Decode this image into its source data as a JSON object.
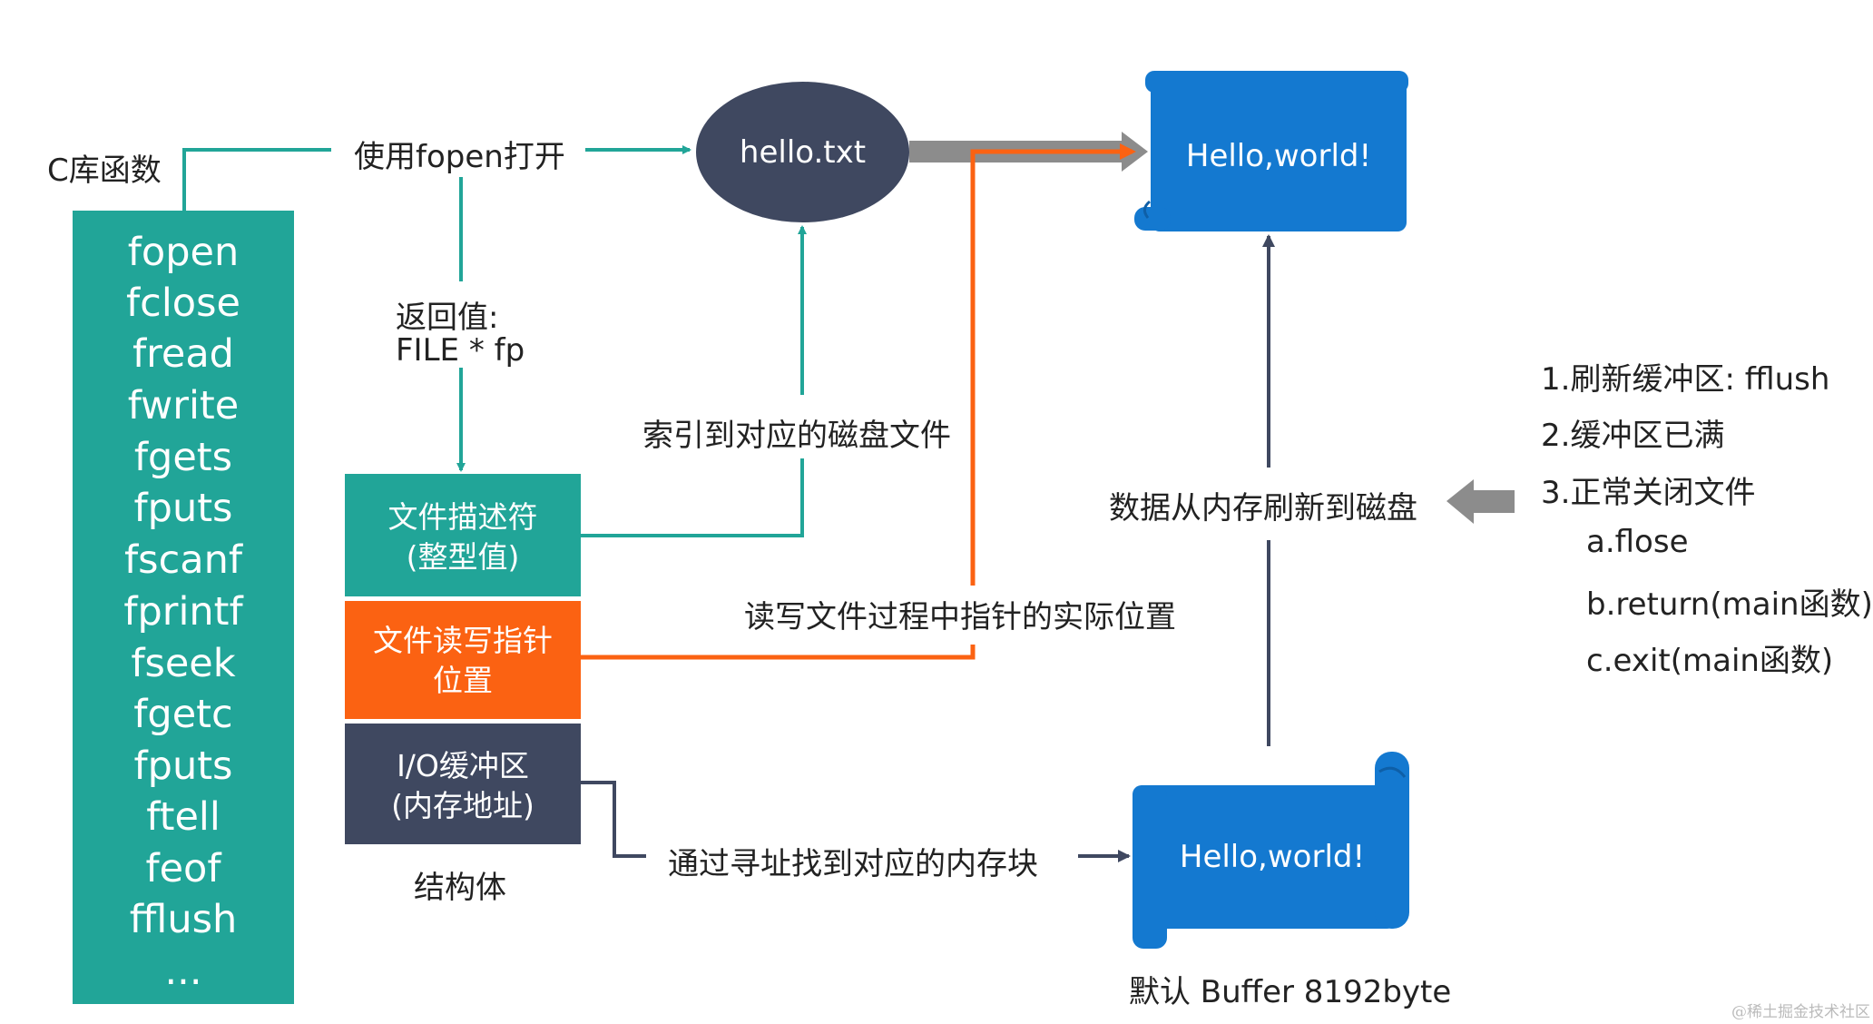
{
  "left_title": "C库函数",
  "functions": [
    "fopen",
    "fclose",
    "fread",
    "fwrite",
    "fgets",
    "fputs",
    "fscanf",
    "fprintf",
    "fseek",
    "fgetc",
    "fputs",
    "ftell",
    "feof",
    "fflush",
    "..."
  ],
  "fopen_label": "使用fopen打开",
  "return_label_1": "返回值:",
  "return_label_2": "FILE * fp",
  "file_node": "hello.txt",
  "disk_buffer_text": "Hello,world!",
  "memory_buffer_text": "Hello,world!",
  "index_label": "索引到对应的磁盘文件",
  "struct_boxes": {
    "descriptor": [
      "文件描述符",
      "(整型值)"
    ],
    "pointer": [
      "文件读写指针",
      "位置"
    ],
    "io_buffer": [
      "I/O缓冲区",
      "(内存地址)"
    ]
  },
  "struct_label": "结构体",
  "pointer_label": "读写文件过程中指针的实际位置",
  "address_label": "通过寻址找到对应的内存块",
  "buffer_caption": "默认 Buffer 8192byte",
  "flush_label": "数据从内存刷新到磁盘",
  "flush_conditions": [
    "1.刷新缓冲区:  fflush",
    "2.缓冲区已满",
    "3.正常关闭文件"
  ],
  "close_methods": [
    "a.flose",
    "b.return(main函数)",
    "c.exit(main函数)"
  ],
  "watermark": "@稀土掘金技术社区",
  "colors": {
    "teal": "#21a598",
    "orange": "#fb6212",
    "slate": "#3f4860",
    "blue": "#1479d0",
    "gray_arrow": "#8c8c8c"
  }
}
